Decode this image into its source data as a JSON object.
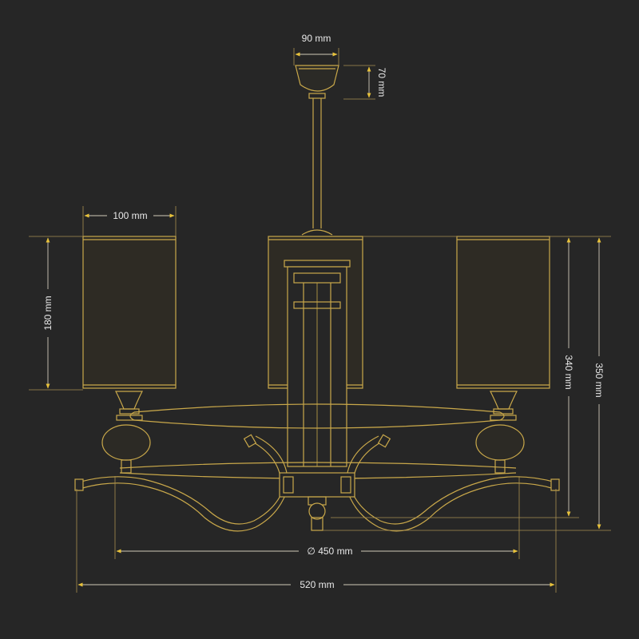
{
  "labels": {
    "canopy_width": "90 mm",
    "canopy_height": "70 mm",
    "shade_width": "100 mm",
    "shade_height": "180 mm",
    "body_height": "340 mm",
    "total_height": "350 mm",
    "ring_diameter": "∅ 450 mm",
    "total_width": "520 mm"
  },
  "colors": {
    "background": "#262626",
    "line": "#c9a84a",
    "shade_fill": "#2e2b24",
    "text": "#e9e9e9",
    "arrow": "#e8c23a"
  }
}
